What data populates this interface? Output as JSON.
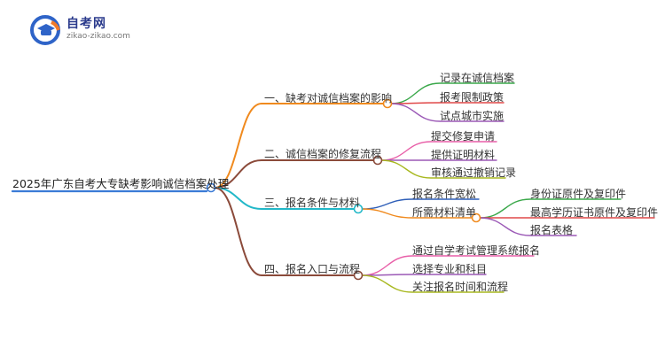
{
  "logo": {
    "title": "自考网",
    "url": "zikao-zikao.com",
    "icon": "graduation-cap-icon",
    "colors": {
      "blue": "#2f64c8",
      "orange": "#f07a2a"
    }
  },
  "mindmap": {
    "root": {
      "label": "2025年广东自考大专缺考影响诚信档案处理",
      "color": "#3b7bd6"
    },
    "branches": [
      {
        "label": "一、缺考对诚信档案的影响",
        "color": "#f08a1e",
        "children": [
          {
            "label": "记录在诚信档案",
            "color": "#3aa84a"
          },
          {
            "label": "报考限制政策",
            "color": "#e04848"
          },
          {
            "label": "试点城市实施",
            "color": "#9b59b6"
          }
        ]
      },
      {
        "label": "二、诚信档案的修复流程",
        "color": "#8b4a3a",
        "children": [
          {
            "label": "提交修复申请",
            "color": "#e85fa8"
          },
          {
            "label": "提供证明材料",
            "color": "#9b59b6"
          },
          {
            "label": "审核通过撤销记录",
            "color": "#a8b820"
          }
        ]
      },
      {
        "label": "三、报名条件与材料",
        "color": "#22b8c8",
        "children": [
          {
            "label": "报名条件宽松",
            "color": "#2f5fb8"
          },
          {
            "label": "所需材料清单",
            "color": "#f08a1e",
            "children": [
              {
                "label": "身份证原件及复印件",
                "color": "#3aa84a"
              },
              {
                "label": "最高学历证书原件及复印件",
                "color": "#e04848"
              },
              {
                "label": "报名表格",
                "color": "#9b59b6"
              }
            ]
          }
        ]
      },
      {
        "label": "四、报名入口与流程",
        "color": "#8b4a3a",
        "children": [
          {
            "label": "通过自学考试管理系统报名",
            "color": "#e85fa8"
          },
          {
            "label": "选择专业和科目",
            "color": "#9b59b6"
          },
          {
            "label": "关注报名时间和流程",
            "color": "#a8b820"
          }
        ]
      }
    ]
  }
}
